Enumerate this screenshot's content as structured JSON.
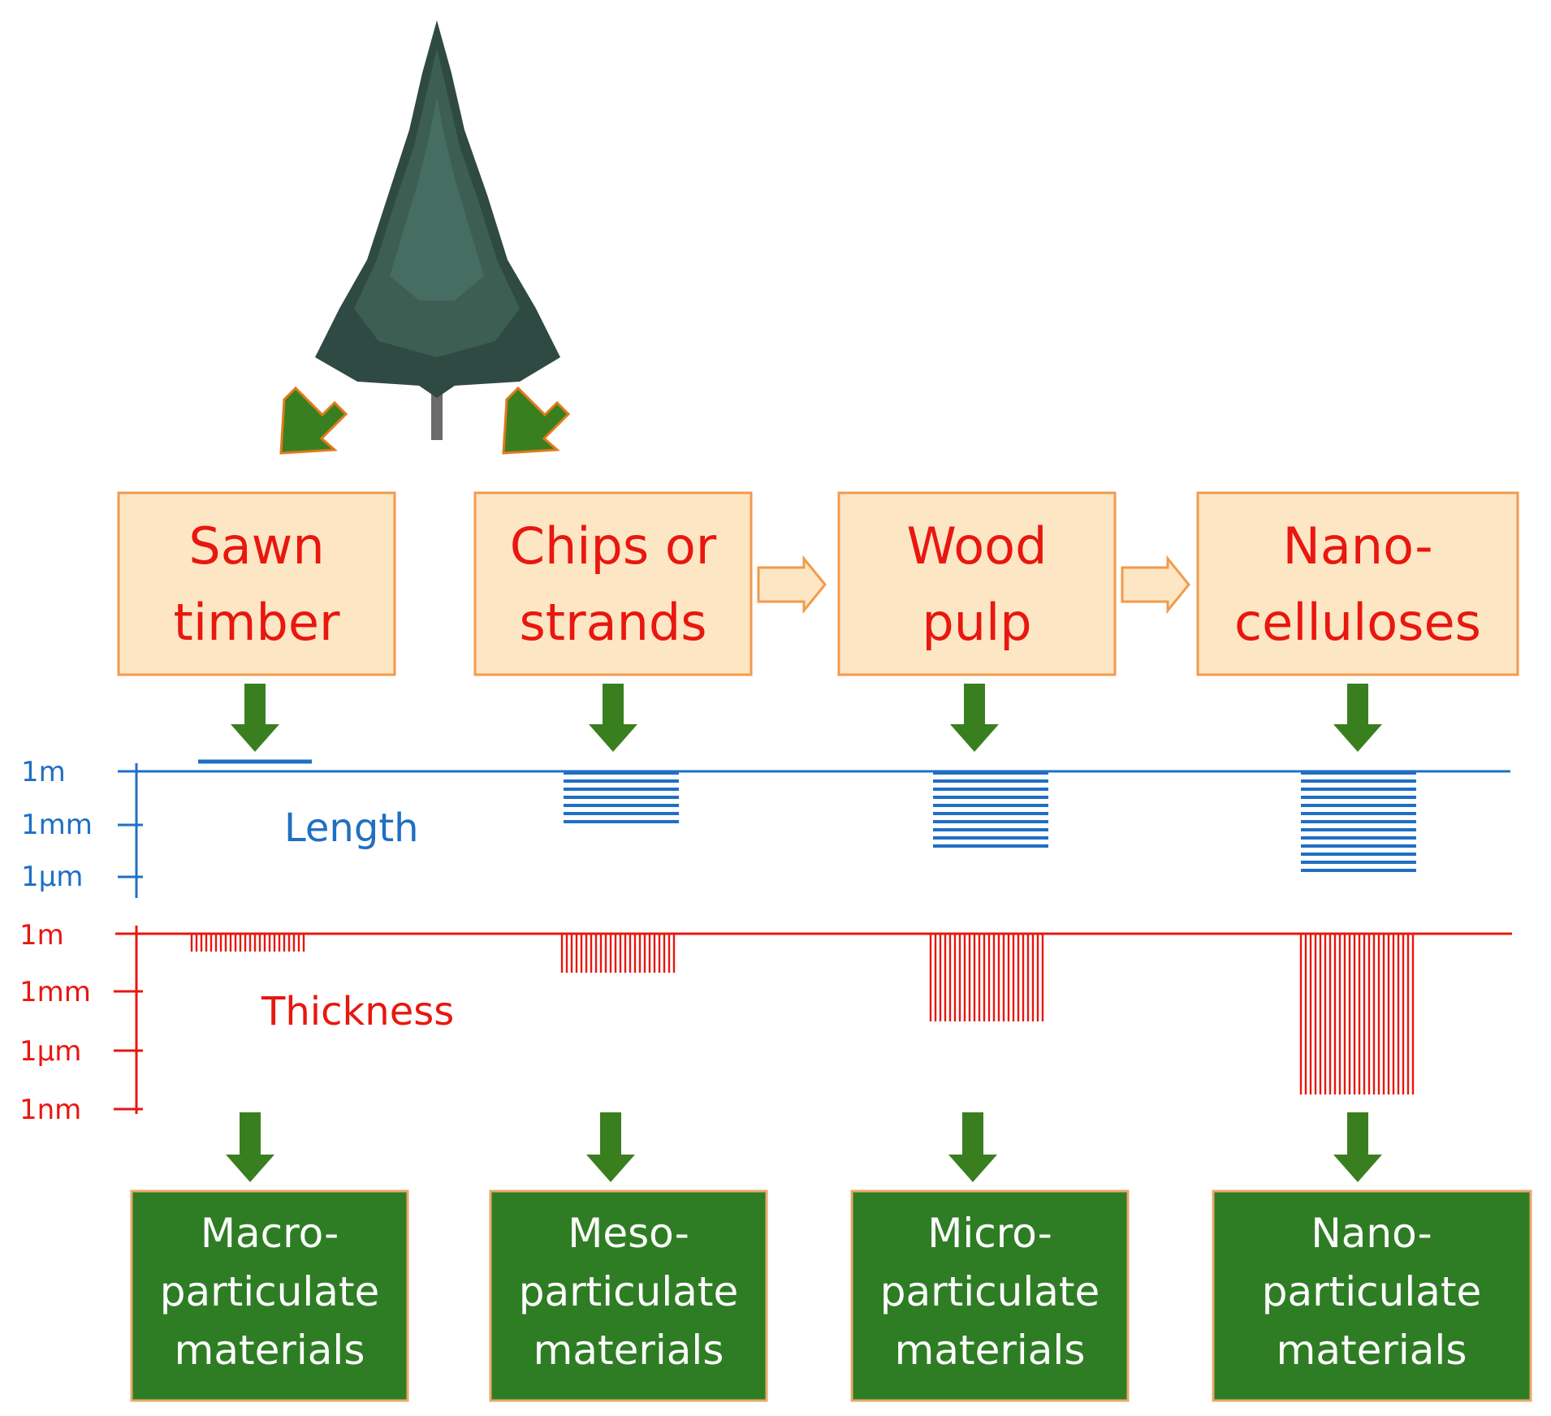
{
  "colors": {
    "process_fill": "#fde6c4",
    "process_border": "#f39a4c",
    "process_text": "#e8170f",
    "output_fill": "#2e7d24",
    "output_border": "#e9a86a",
    "output_text": "#ffffff",
    "green_arrow": "#3a7f1f",
    "green_arrow_outline": "#e07a1c",
    "orange_arrow_fill": "#fde6c4",
    "orange_arrow_outline": "#f39a4c",
    "length_color": "#1f6fc4",
    "thickness_color": "#e8170f",
    "tree_foliage": "#2f4a42",
    "tree_trunk": "#6b6b6b"
  },
  "icons": [
    "spruce-tree-icon",
    "green-arrow-down-icon",
    "orange-arrow-right-icon"
  ],
  "process_boxes": [
    {
      "lines": [
        "Sawn",
        "timber"
      ]
    },
    {
      "lines": [
        "Chips or",
        "strands"
      ]
    },
    {
      "lines": [
        "Wood",
        "pulp"
      ]
    },
    {
      "lines": [
        "Nano-",
        "celluloses"
      ]
    }
  ],
  "output_boxes": [
    {
      "lines": [
        "Macro-",
        "particulate",
        "materials"
      ]
    },
    {
      "lines": [
        "Meso-",
        "particulate",
        "materials"
      ]
    },
    {
      "lines": [
        "Micro-",
        "particulate",
        "materials"
      ]
    },
    {
      "lines": [
        "Nano-",
        "particulate",
        "materials"
      ]
    }
  ],
  "length_scale": {
    "title": "Length",
    "ticks": [
      "1m",
      "1mm",
      "1µm"
    ]
  },
  "thickness_scale": {
    "title": "Thickness",
    "ticks": [
      "1m",
      "1mm",
      "1µm",
      "1nm"
    ]
  },
  "length_bars": [
    {
      "material": "Sawn timber",
      "levels": 1,
      "extends_to": "1m"
    },
    {
      "material": "Chips or strands",
      "levels": 7,
      "extends_to": "1mm"
    },
    {
      "material": "Wood pulp",
      "levels": 10,
      "extends_to": "1mm"
    },
    {
      "material": "Nano-celluloses",
      "levels": 13,
      "extends_to": "1µm"
    }
  ],
  "thickness_bars": [
    {
      "material": "Sawn timber",
      "extends_to": "1m"
    },
    {
      "material": "Chips or strands",
      "extends_to": "1mm"
    },
    {
      "material": "Wood pulp",
      "extends_to": "1µm"
    },
    {
      "material": "Nano-celluloses",
      "extends_to": "1nm"
    }
  ]
}
